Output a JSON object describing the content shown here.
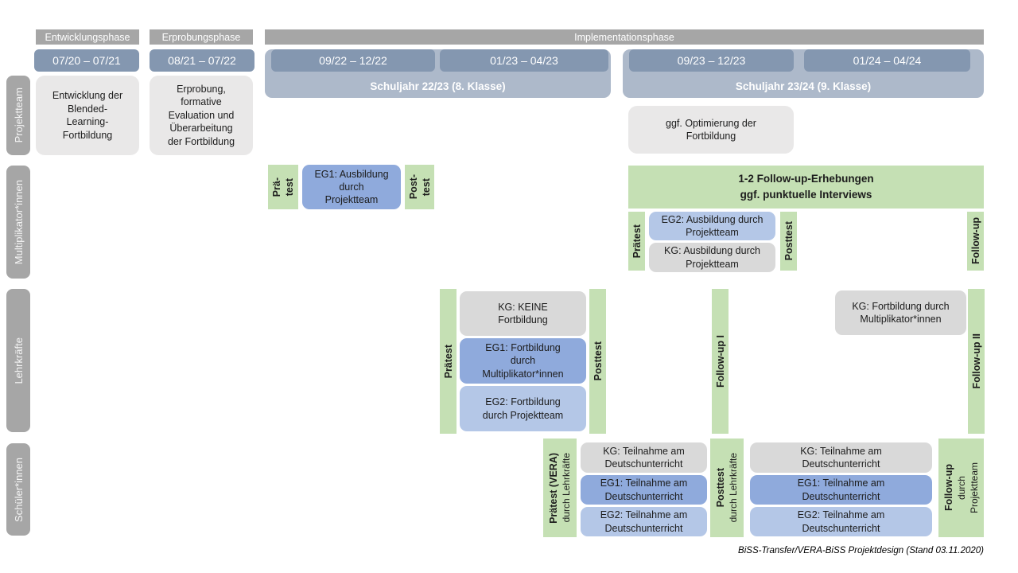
{
  "colors": {
    "phase_gray": "#A6A6A6",
    "timeline_blue": "#8497B0",
    "schuljahr_blue": "#ADB9CA",
    "content_box_gray": "#E9E8E8",
    "eg1_blue": "#8FAADC",
    "eg2_blue": "#B4C7E7",
    "kg_gray": "#D9D9D9",
    "test_green": "#C5E0B4"
  },
  "header": {
    "phases": [
      "Entwicklungsphase",
      "Erprobungsphase",
      "Implementationsphase"
    ],
    "dates": [
      "07/20 – 07/21",
      "08/21 – 07/22",
      "09/22 – 12/22",
      "01/23 – 04/23",
      "09/23 – 12/23",
      "01/24 – 04/24"
    ],
    "school_years": [
      "Schuljahr 22/23 (8. Klasse)",
      "Schuljahr 23/24 (9. Klasse)"
    ]
  },
  "sidebar": {
    "rows": [
      "Projektteam",
      "Multiplikator*innen",
      "Lehrkräfte",
      "Schüler*innen"
    ]
  },
  "projektteam": {
    "development": "Entwicklung der\nBlended-\nLearning-\nFortbildung",
    "testing": "Erprobung,\nformative\nEvaluation und\nÜberarbeitung\nder Fortbildung",
    "optimization": "ggf. Optimierung der\nFortbildung"
  },
  "multiplikator": {
    "pretest1_a": "Prä-",
    "pretest1_b": "test",
    "eg1": "EG1: Ausbildung\ndurch\nProjektteam",
    "posttest1_a": "Post-",
    "posttest1_b": "test",
    "followup_banner": "1-2 Follow-up-Erhebungen\nggf. punktuelle Interviews",
    "pretest2": "Prätest",
    "eg2": "EG2: Ausbildung durch\nProjektteam",
    "kg": "KG: Ausbildung durch\nProjektteam",
    "posttest2": "Posttest",
    "followup": "Follow-up"
  },
  "lehrkraefte": {
    "pretest": "Prätest",
    "kg": "KG: KEINE\nFortbildung",
    "eg1": "EG1: Fortbildung\ndurch\nMultiplikator*innen",
    "eg2": "EG2: Fortbildung\ndurch Projektteam",
    "posttest": "Posttest",
    "followup1": "Follow-up I",
    "kg2": "KG: Fortbildung durch\nMultiplikator*innen",
    "followup2": "Follow-up II"
  },
  "schueler": {
    "pretest_main": "Prätest (VERA)",
    "pretest_sub": "durch Lehrkräfte",
    "kg": "KG: Teilnahme am\nDeutschunterricht",
    "eg1": "EG1: Teilnahme am\nDeutschunterricht",
    "eg2": "EG2: Teilnahme am\nDeutschunterricht",
    "posttest_main": "Posttest",
    "posttest_sub": "durch Lehrkräfte",
    "kg2": "KG: Teilnahme am\nDeutschunterricht",
    "eg1b": "EG1: Teilnahme am\nDeutschunterricht",
    "eg2b": "EG2: Teilnahme am\nDeutschunterricht",
    "followup_main": "Follow-up",
    "followup_sub1": "durch",
    "followup_sub2": "Projektteam"
  },
  "caption": "BiSS-Transfer/VERA-BiSS Projektdesign (Stand 03.11.2020)"
}
